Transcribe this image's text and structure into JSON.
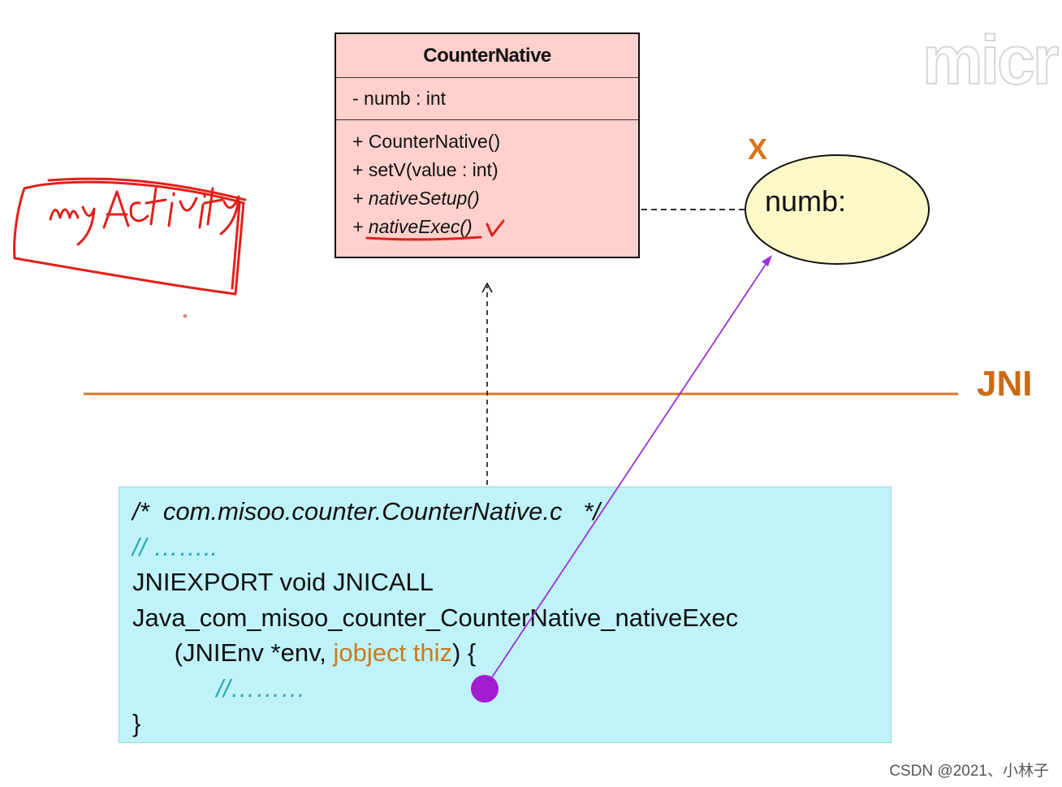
{
  "uml_class": {
    "name": "CounterNative",
    "attribute": "- numb : int",
    "methods": [
      "+ CounterNative()",
      "+ setV(value : int)",
      "+ nativeSetup()",
      "+ nativeExec()"
    ]
  },
  "object": {
    "label": "X",
    "field": "numb:"
  },
  "boundary": {
    "label": "JNI"
  },
  "code": {
    "header": "/*  com.misoo.counter.CounterNative.c   */",
    "comment_1": "// ……..",
    "line_1": "JNIEXPORT void JNICALL",
    "line_2": "Java_com_misoo_counter_CounterNative_nativeExec",
    "line_3_prefix": "      (JNIEnv *env, ",
    "line_3_param": "jobject thiz",
    "line_3_suffix": ") {",
    "comment_2": "            //………",
    "close": "}"
  },
  "annotations": {
    "handwritten": "myActivity",
    "check_mark": "✓"
  },
  "watermark": "micr",
  "footer": "CSDN @2021、小林子",
  "colors": {
    "uml_fill": "#ffd0cc",
    "object_fill": "#fdf8c8",
    "code_fill": "#bff3f9",
    "jni_line": "#d8772a",
    "pointer": "#9b30d9",
    "ink_red": "#e0201a"
  }
}
